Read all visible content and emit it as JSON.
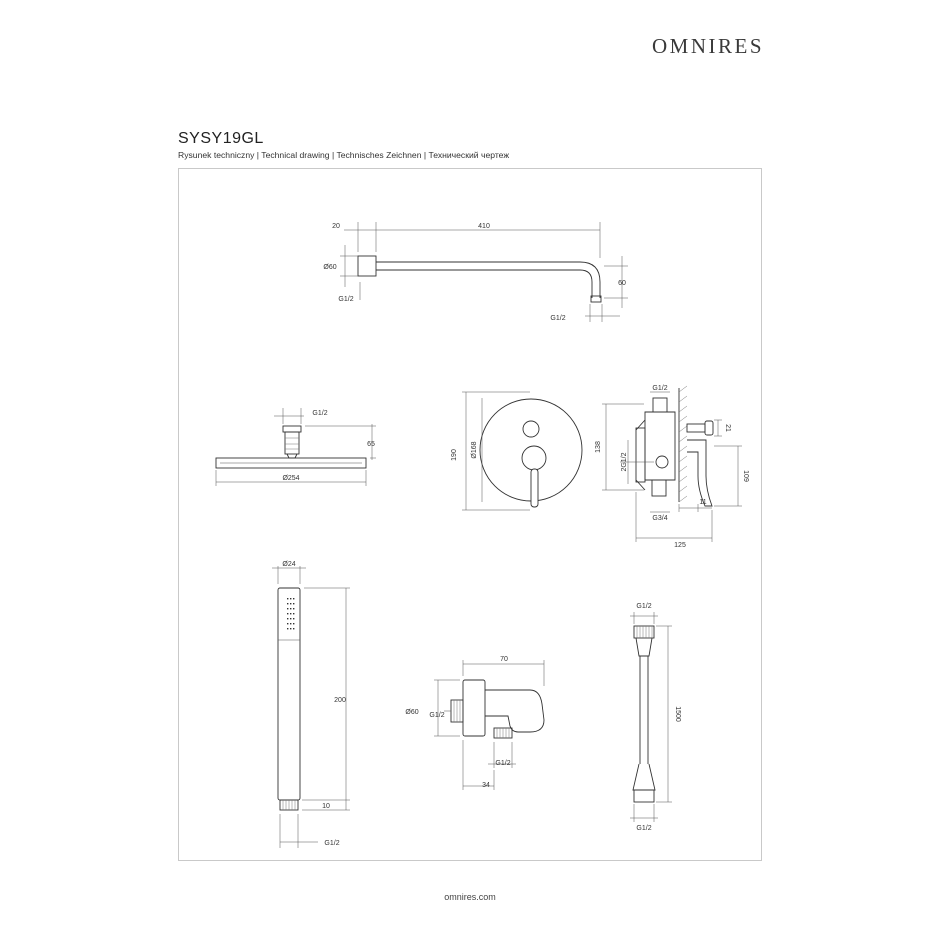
{
  "header": {
    "brand": "OMNIRES",
    "product_code": "SYSY19GL",
    "subtitle": "Rysunek techniczny | Technical drawing | Technisches Zeichnen | Технический чертеж"
  },
  "footer": {
    "url": "omnires.com"
  },
  "drawing": {
    "shower_arm": {
      "dim_flange": "20",
      "dim_length": "410",
      "dim_diameter": "Ø60",
      "dim_drop": "60",
      "thread_wall": "G1/2",
      "thread_head": "G1/2"
    },
    "overhead_shower": {
      "thread": "G1/2",
      "dim_height": "65",
      "dim_diameter": "Ø254"
    },
    "mixer_front": {
      "dim_height": "190",
      "dim_diameter": "Ø168"
    },
    "mixer_side": {
      "thread_top": "G1/2",
      "dim_depth": "138",
      "thread_side": "2G1/2",
      "thread_bottom": "G3/4",
      "dim_21": "21",
      "dim_109": "109",
      "dim_11": "11",
      "dim_125": "125"
    },
    "hand_shower": {
      "dim_diameter": "Ø24",
      "dim_length": "200",
      "dim_thread_len": "10",
      "thread": "G1/2"
    },
    "wall_outlet": {
      "dim_length": "70",
      "dim_diameter": "Ø60",
      "thread_wall": "G1/2",
      "thread_outlet": "G1/2",
      "dim_34": "34"
    },
    "hose": {
      "thread_top": "G1/2",
      "dim_length": "1500",
      "thread_bottom": "G1/2"
    }
  }
}
